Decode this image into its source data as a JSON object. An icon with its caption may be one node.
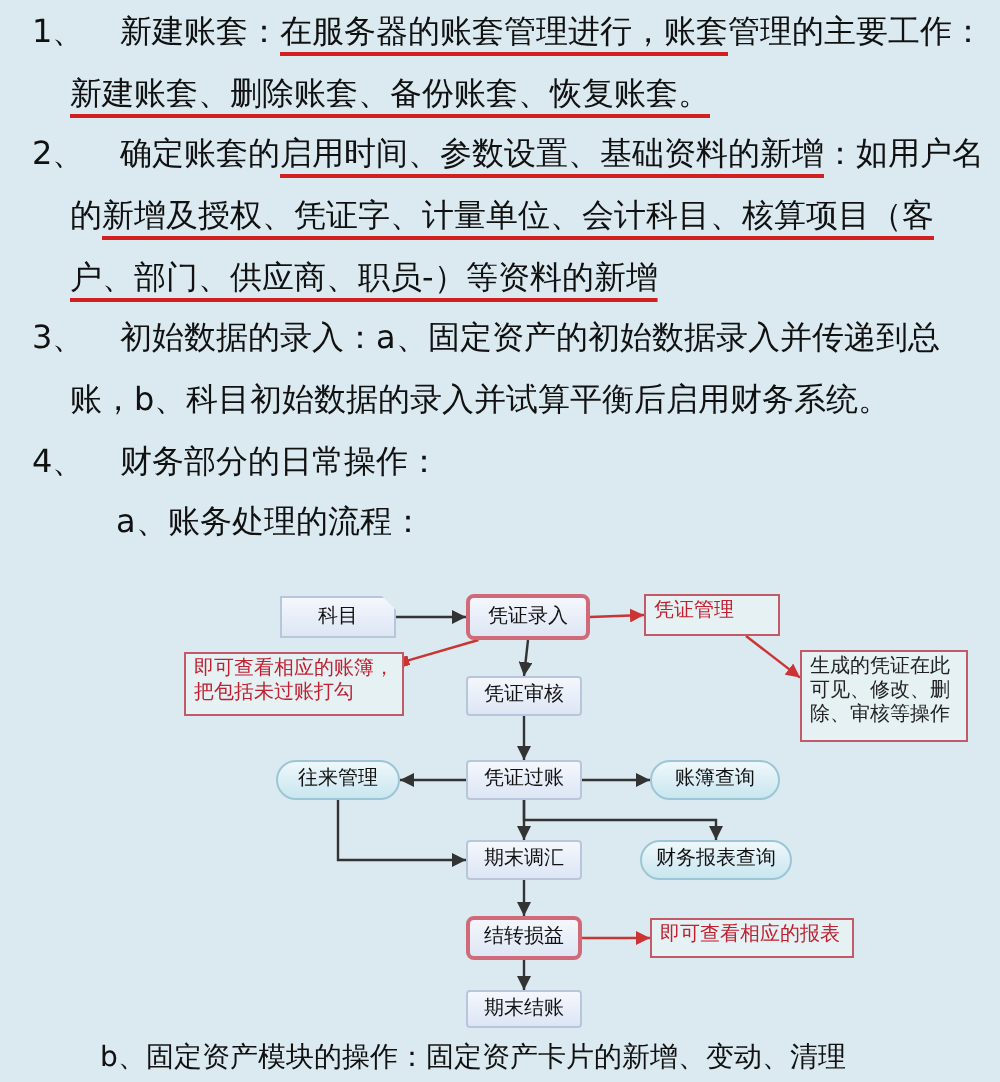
{
  "diagram": {
    "nodes": [
      {
        "text": [
          "科目"
        ]
      },
      {
        "text": [
          "凭证录入"
        ]
      },
      {
        "text": [
          "凭证管理"
        ]
      },
      {
        "text": [
          "即可查看相应的账簿，把包括未过账打勾"
        ]
      },
      {
        "text": [
          "生成的凭证在此可见、修改、删除、审核等操作"
        ]
      },
      {
        "text": [
          "凭证审核"
        ]
      },
      {
        "text": [
          "往来管理"
        ]
      },
      {
        "text": [
          "凭证过账"
        ]
      },
      {
        "text": [
          "账簿查询"
        ]
      },
      {
        "text": [
          "期末调汇"
        ]
      },
      {
        "text": [
          "财务报表查询"
        ]
      },
      {
        "text": [
          "结转损益"
        ]
      },
      {
        "text": [
          "即可查看相应的报表"
        ]
      },
      {
        "text": [
          "期末结账"
        ]
      }
    ],
    "edges": [
      {
        "from": 0,
        "to": 1,
        "arrow": "to"
      },
      {
        "from": 1,
        "to": 2,
        "arrow": "to",
        "color": "#cc3333"
      },
      {
        "from": 2,
        "to": 4,
        "arrow": "to",
        "color": "#cc3333"
      },
      {
        "from": 3,
        "to": 1,
        "arrow": "other",
        "color": "#cc3333"
      },
      {
        "from": 1,
        "to": 5,
        "arrow": "to"
      },
      {
        "from": 5,
        "to": 7,
        "arrow": "to"
      },
      {
        "from": 7,
        "to": 6,
        "arrow": "to"
      },
      {
        "from": 7,
        "to": 8,
        "arrow": "to"
      },
      {
        "from": 7,
        "to": 9,
        "arrow": "to"
      },
      {
        "from": 7,
        "to": 10,
        "arrow": "to"
      },
      {
        "from": 6,
        "to": 9,
        "arrow": "to"
      },
      {
        "from": 9,
        "to": 11,
        "arrow": "to"
      },
      {
        "from": 11,
        "to": 12,
        "arrow": "to",
        "color": "#cc3333"
      },
      {
        "from": 11,
        "to": 13,
        "arrow": "to"
      }
    ],
    "labels": [
      "1、",
      "新建账套：在服务器的账套管理进行，账套管理的主要工作：新建账套、删除账套、备份账套、恢复账套。",
      "2、",
      "确定账套的启用时间、参数设置、基础资料的新增：如用户名的新增及授权、凭证字、计量单位、会计科目、核算项目（客户、部门、供应商、职员-）等资料的新增",
      "3、",
      "初始数据的录入：a、固定资产的初始数据录入并传递到总账，b、科目初始数据的录入并试算平衡后启用财务系统。",
      "4、",
      "财务部分的日常操作：",
      "a、账务处理的流程：",
      "b、固定资产模块的操作：固定资产卡片的新增、变动、清理"
    ]
  }
}
